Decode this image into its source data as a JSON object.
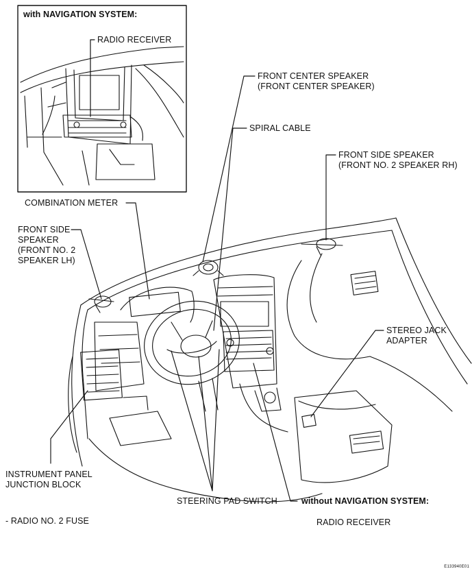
{
  "inset": {
    "title": "with NAVIGATION SYSTEM:",
    "label": "RADIO RECEIVER"
  },
  "labels": {
    "front_center_speaker": "FRONT CENTER SPEAKER\n(FRONT CENTER SPEAKER)",
    "spiral_cable": "SPIRAL CABLE",
    "front_side_speaker_rh": "FRONT SIDE SPEAKER\n(FRONT NO. 2 SPEAKER RH)",
    "combination_meter": "COMBINATION METER",
    "front_side_speaker_lh": "FRONT SIDE\nSPEAKER\n(FRONT NO. 2\nSPEAKER LH)",
    "stereo_jack_adapter": "STEREO JACK\nADAPTER",
    "instrument_panel_jb": "INSTRUMENT PANEL\nJUNCTION BLOCK",
    "steering_pad_switch": "STEERING PAD SWITCH",
    "without_nav": "without NAVIGATION SYSTEM:",
    "radio_no2_fuse": "- RADIO NO. 2 FUSE",
    "radio_receiver_bottom": "RADIO RECEIVER"
  },
  "figure_code": "E133940E01"
}
